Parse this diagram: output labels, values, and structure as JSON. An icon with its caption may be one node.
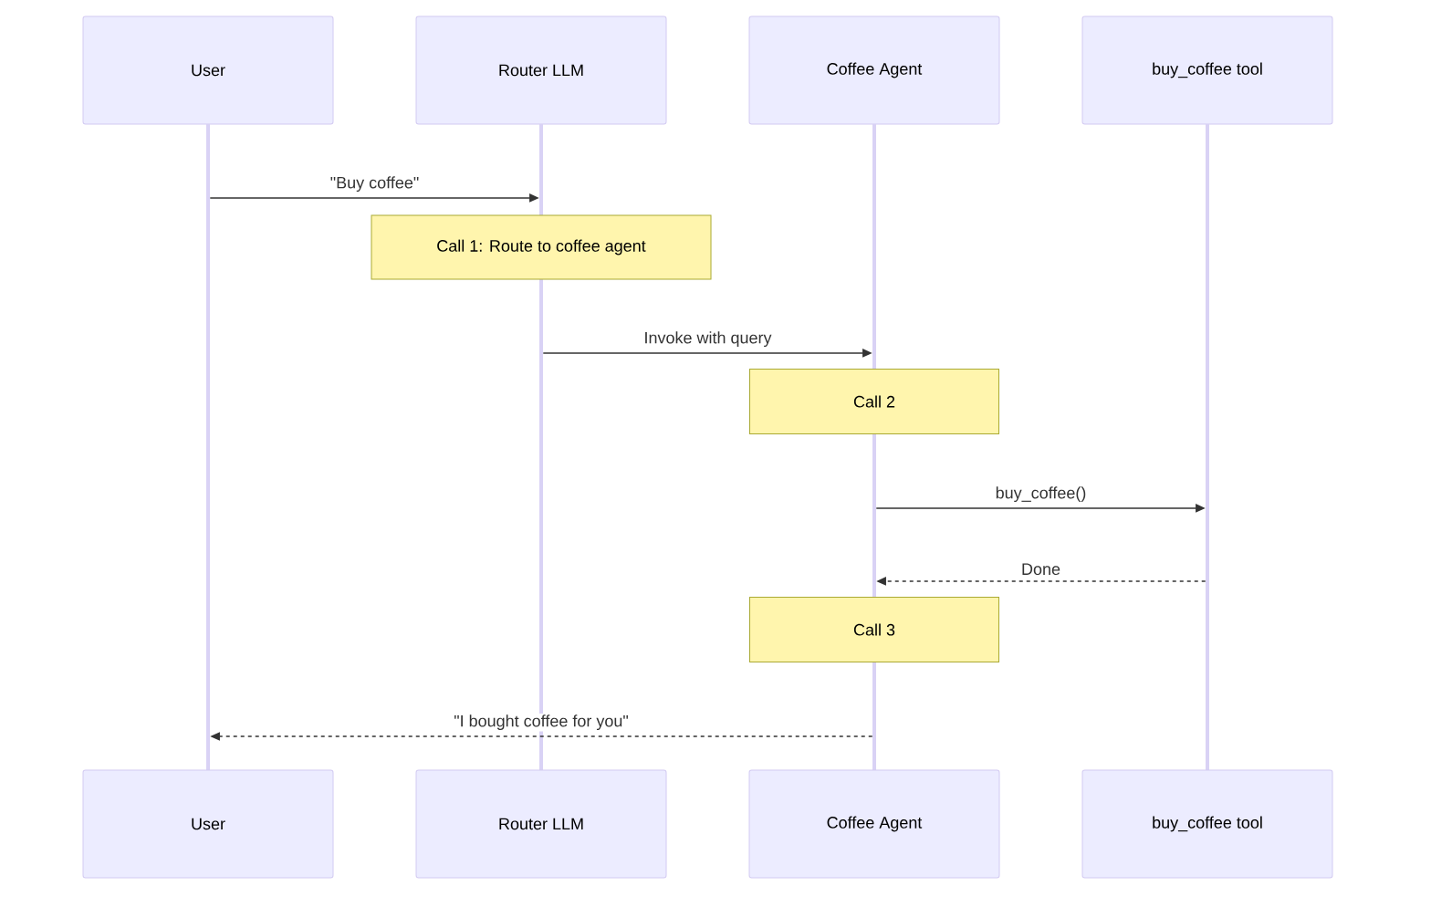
{
  "diagram": {
    "nodes": [
      {
        "text": [
          "User"
        ]
      },
      {
        "text": [
          "Router LLM"
        ]
      },
      {
        "text": [
          "Coffee Agent"
        ]
      },
      {
        "text": [
          "buy_coffee tool"
        ]
      },
      {
        "text": [],
        "shape": "bar"
      },
      {
        "text": [],
        "shape": "bar"
      },
      {
        "text": [],
        "shape": "bar"
      },
      {
        "text": [],
        "shape": "bar"
      },
      {
        "text": [],
        "shape": "bar"
      },
      {
        "text": [],
        "shape": "bar"
      },
      {
        "text": [],
        "shape": "bar"
      },
      {
        "text": [
          "Call 1: Route to coffee agent"
        ]
      },
      {
        "text": [
          "Call 2"
        ]
      },
      {
        "text": [
          "Call 3"
        ]
      },
      {
        "text": [
          "User"
        ]
      },
      {
        "text": [
          "Router LLM"
        ]
      },
      {
        "text": [
          "Coffee Agent"
        ]
      },
      {
        "text": [
          "buy_coffee tool"
        ]
      }
    ],
    "edges": [
      {
        "from": 4,
        "to": 5,
        "arrow": "to",
        "label": "\"Buy coffee\""
      },
      {
        "from": 6,
        "to": 7,
        "arrow": "to",
        "label": "Invoke with query"
      },
      {
        "from": 8,
        "to": 10,
        "arrow": "to",
        "label": "buy_coffee()"
      },
      {
        "from": 10,
        "to": 8,
        "arrow": "to",
        "label": "Done",
        "style": "dashed"
      },
      {
        "from": 9,
        "to": 4,
        "arrow": "to",
        "label": "\"I bought coffee for you\"",
        "style": "dashed"
      }
    ]
  }
}
